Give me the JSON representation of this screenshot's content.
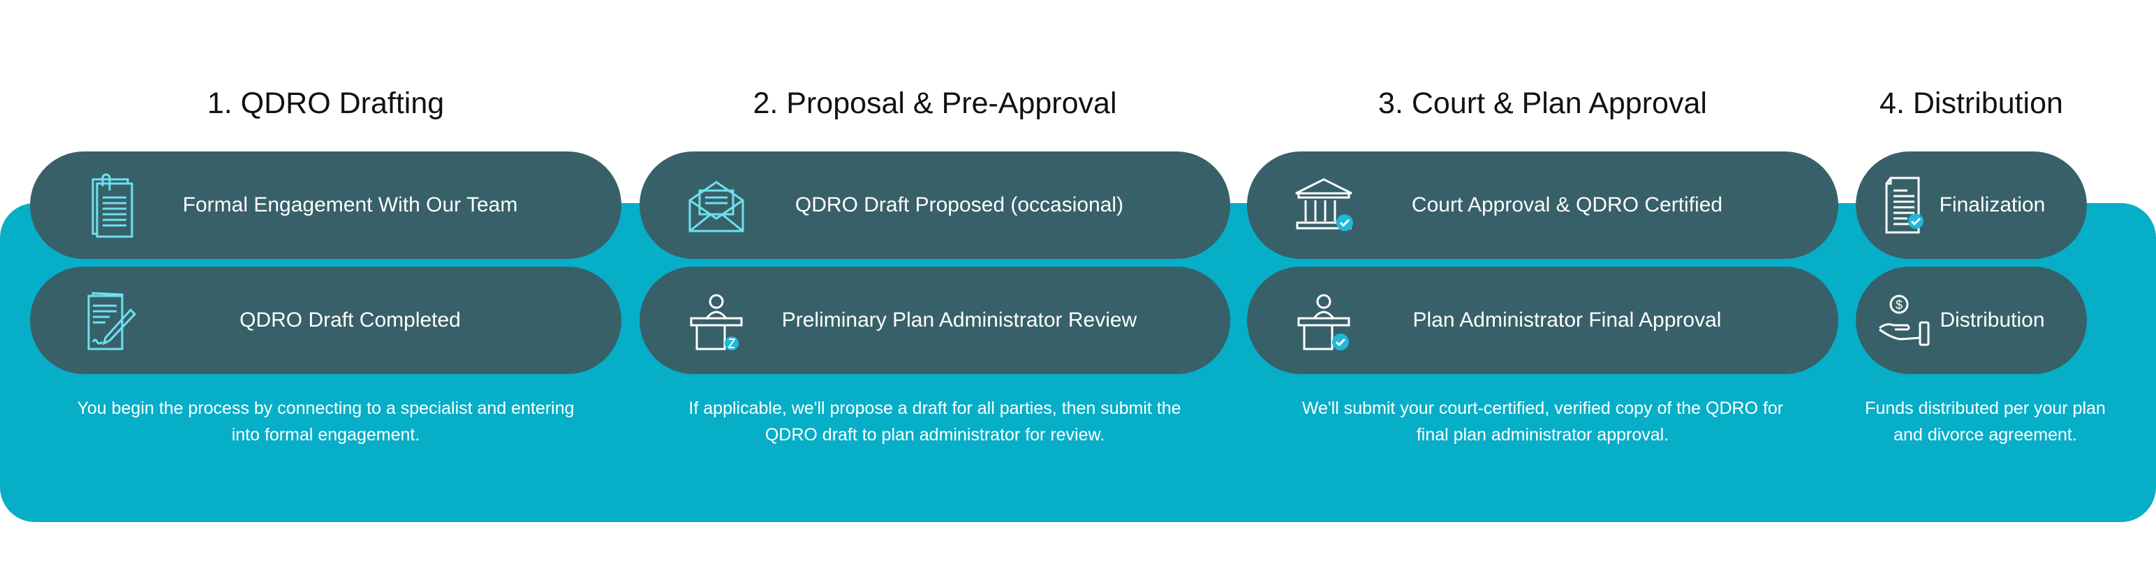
{
  "colors": {
    "panel": "#07aec8",
    "pill": "#386068",
    "icon_accent": "#6ee0f0",
    "check": "#1fb8d8"
  },
  "steps": [
    {
      "heading": "1.  QDRO Drafting",
      "items": [
        {
          "label": "Formal Engagement With Our Team",
          "icon": "clipped-document-icon"
        },
        {
          "label": "QDRO Draft Completed",
          "icon": "document-pen-icon"
        }
      ],
      "description": "You begin the process by connecting to a specialist and entering into formal engagement."
    },
    {
      "heading": "2. Proposal & Pre-Approval",
      "items": [
        {
          "label": "QDRO Draft Proposed (occasional)",
          "icon": "envelope-letter-icon"
        },
        {
          "label": "Preliminary Plan Administrator Review",
          "icon": "administrator-desk-icon"
        }
      ],
      "description": "If applicable, we'll propose a draft for all parties, then submit the QDRO draft to plan administrator for review."
    },
    {
      "heading": "3. Court & Plan Approval",
      "items": [
        {
          "label": "Court Approval & QDRO Certified",
          "icon": "courthouse-check-icon"
        },
        {
          "label": "Plan Administrator Final Approval",
          "icon": "administrator-desk-check-icon"
        }
      ],
      "description": "We'll submit your court-certified, verified copy of the QDRO for final plan administrator approval."
    },
    {
      "heading": "4. Distribution",
      "items": [
        {
          "label": "Finalization",
          "icon": "document-check-icon"
        },
        {
          "label": "Distribution",
          "icon": "hand-money-icon"
        }
      ],
      "description": "Funds distributed per your plan and divorce agreement."
    }
  ]
}
